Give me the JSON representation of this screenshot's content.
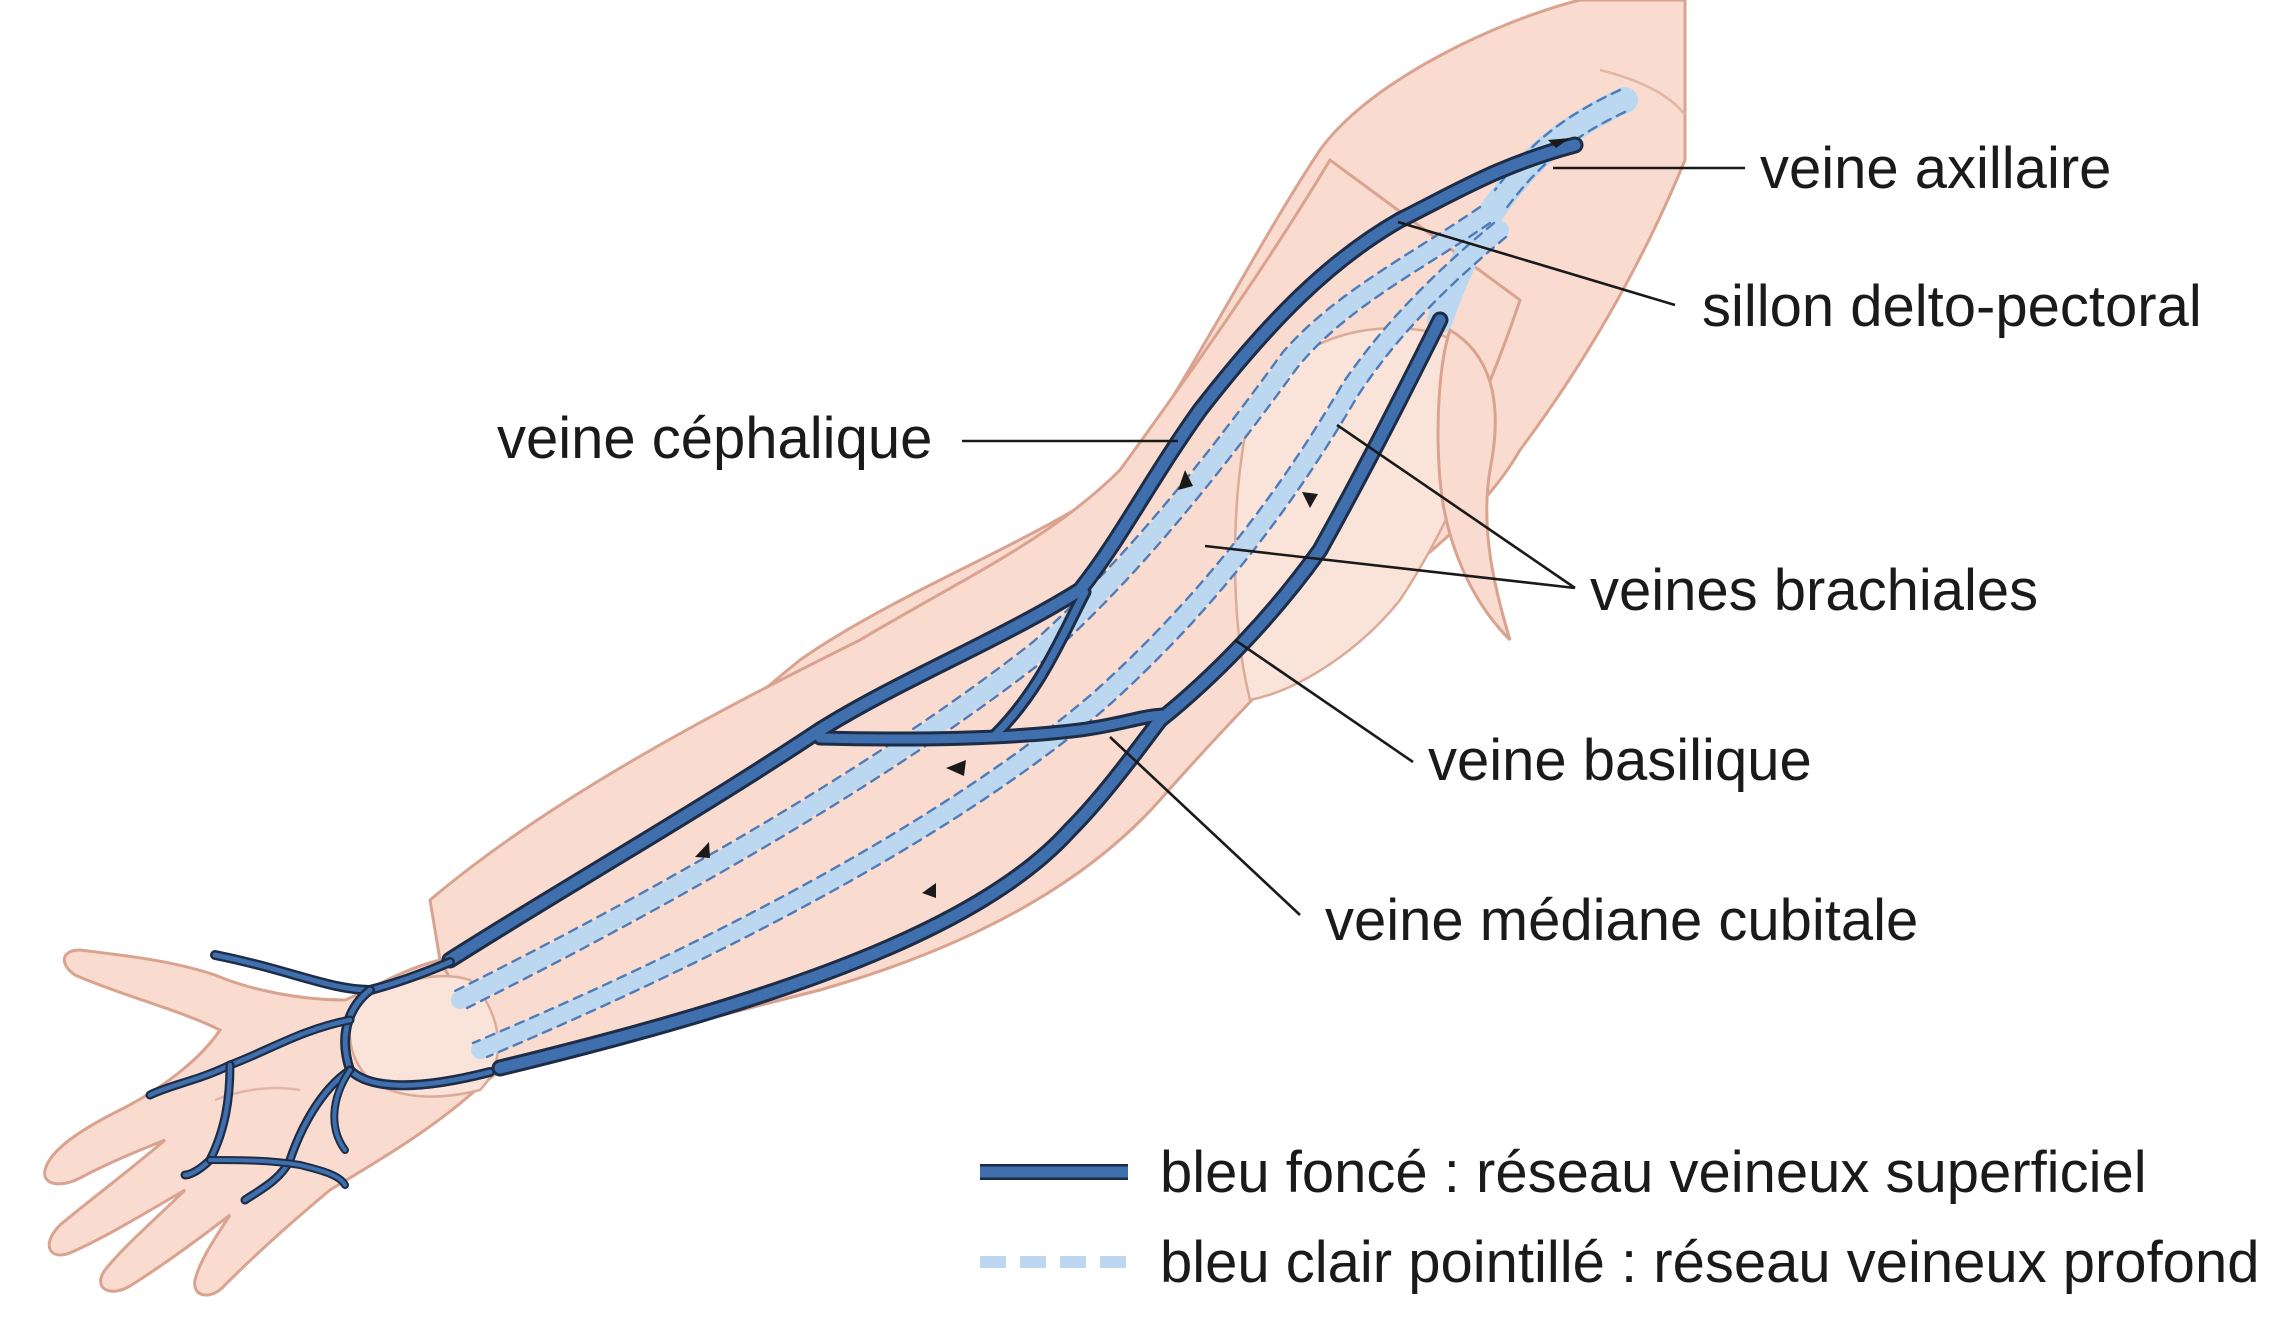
{
  "labels": {
    "veine_axillaire": "veine axillaire",
    "sillon_delto_pectoral": "sillon delto-pectoral",
    "veine_cephalique": "veine céphalique",
    "veines_brachiales": "veines brachiales",
    "veine_basilique": "veine basilique",
    "veine_mediane_cubitale": "veine médiane cubitale"
  },
  "legend": {
    "superficial": "bleu foncé : réseau veineux superficiel",
    "deep": "bleu clair pointillé : réseau veineux profond"
  },
  "colors": {
    "superficial_vein": "#3f6fad",
    "deep_vein": "#bcd7f0",
    "skin": "#f9dccf",
    "outline": "#1d2c47"
  }
}
